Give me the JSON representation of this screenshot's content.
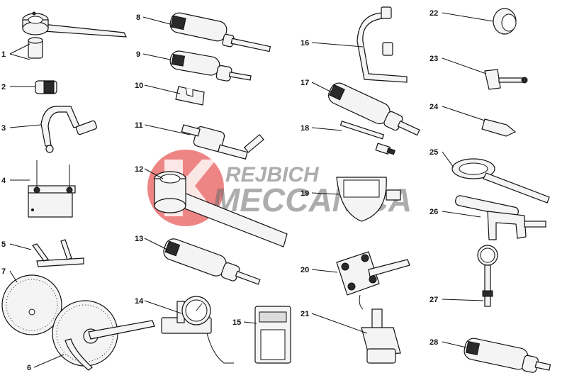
{
  "diagram": {
    "callouts": [
      "1",
      "2",
      "3",
      "4",
      "5",
      "6",
      "7",
      "8",
      "9",
      "10",
      "11",
      "12",
      "13",
      "14",
      "15",
      "16",
      "17",
      "18",
      "19",
      "20",
      "21",
      "22",
      "23",
      "24",
      "25",
      "26",
      "27",
      "28"
    ]
  },
  "watermark": {
    "line1": "REJBICH",
    "line2": "MECCANICA"
  },
  "colors": {
    "watermark_red": "#e02020",
    "line": "#111111",
    "fill": "#f4f4f4"
  }
}
